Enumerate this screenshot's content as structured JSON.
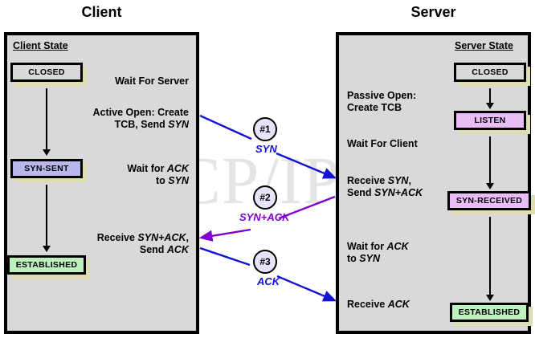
{
  "headings": {
    "client": "Client",
    "server": "Server"
  },
  "watermark": "The TCP/IP Guide",
  "colors": {
    "panel_bg": "#d9d9d9",
    "panel_border": "#000000",
    "box_shadow": "#ddddb0",
    "state_closed": "#d9d9d9",
    "state_syn_sent": "#b8b8ee",
    "state_established": "#bdf0bd",
    "state_listen": "#eabdf6",
    "state_syn_received": "#eabdf6",
    "circle_fill": "#e8e2fb",
    "arrow_syn": "#1313d6",
    "arrow_syn_ack": "#8000d0",
    "arrow_ack": "#1313d6"
  },
  "client": {
    "state_column_header": "Client State",
    "states": [
      {
        "label": "CLOSED",
        "color": "#d9d9d9"
      },
      {
        "label": "SYN-SENT",
        "color": "#b8b8ee"
      },
      {
        "label": "ESTABLISHED",
        "color": "#bdf0bd"
      }
    ],
    "notes": [
      {
        "lines": [
          "Wait For Server"
        ]
      },
      {
        "lines": [
          "Active Open: Create",
          "TCB, Send <i>SYN</i>"
        ]
      },
      {
        "lines": [
          "Wait for <i>ACK</i>",
          "to <i>SYN</i>"
        ]
      },
      {
        "lines": [
          "Receive <i>SYN+ACK</i>,",
          "Send <i>ACK</i>"
        ]
      }
    ]
  },
  "server": {
    "state_column_header": "Server State",
    "states": [
      {
        "label": "CLOSED",
        "color": "#d9d9d9"
      },
      {
        "label": "LISTEN",
        "color": "#eabdf6"
      },
      {
        "label": "SYN-RECEIVED",
        "color": "#eabdf6"
      },
      {
        "label": "ESTABLISHED",
        "color": "#bdf0bd"
      }
    ],
    "notes": [
      {
        "lines": [
          "Passive Open:",
          "Create TCB"
        ]
      },
      {
        "lines": [
          "Wait For Client"
        ]
      },
      {
        "lines": [
          "Receive <i>SYN</i>,",
          "Send <i>SYN+ACK</i>"
        ]
      },
      {
        "lines": [
          "Wait for <i>ACK</i>",
          "to <i>SYN</i>"
        ]
      },
      {
        "lines": [
          "Receive <i>ACK</i>"
        ]
      }
    ]
  },
  "messages": [
    {
      "number": "#1",
      "label": "SYN",
      "color": "#1313d6",
      "direction": "client-to-server"
    },
    {
      "number": "#2",
      "label": "SYN+ACK",
      "color": "#8000d0",
      "direction": "server-to-client"
    },
    {
      "number": "#3",
      "label": "ACK",
      "color": "#1313d6",
      "direction": "client-to-server"
    }
  ]
}
